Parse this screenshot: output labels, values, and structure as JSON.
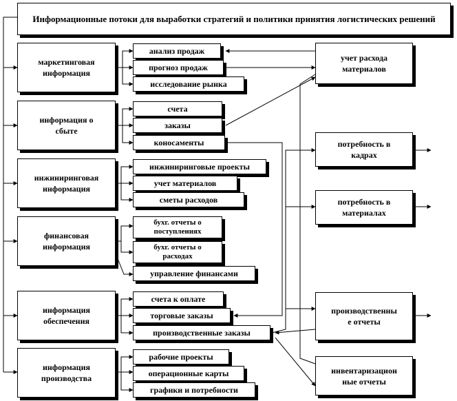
{
  "title": "Информационные потоки для выработки стратегий и политики принятия логистических решений",
  "sources": [
    "маркетинговая\nинформация",
    "информация о\nсбыте",
    "инжиниринговая\nинформация",
    "финансовая\nинформация",
    "информация\nобеспечения",
    "информация\nпроизводства"
  ],
  "items": {
    "marketing": [
      "анализ продаж",
      "прогноз продаж",
      "исследование рынка"
    ],
    "sales": [
      "счета",
      "заказы",
      "коносаменты"
    ],
    "engineering": [
      "инжиниринговые проекты",
      "учет материалов",
      "сметы расходов"
    ],
    "finance": [
      "бухг. отчеты о\nпоступлениях",
      "бухг. отчеты о\nрасходах",
      "управление финансами"
    ],
    "supply": [
      "счета к оплате",
      "торговые заказы",
      "производственные заказы"
    ],
    "production": [
      "рабочие проекты",
      "операционные карты",
      "графики и потребности"
    ]
  },
  "outputs": [
    "учет расхода\nматериалов",
    "потребность в\nкадрах",
    "потребность в\nматериалах",
    "производственны\nе отчеты",
    "инвентаризацион\nные отчеты"
  ]
}
